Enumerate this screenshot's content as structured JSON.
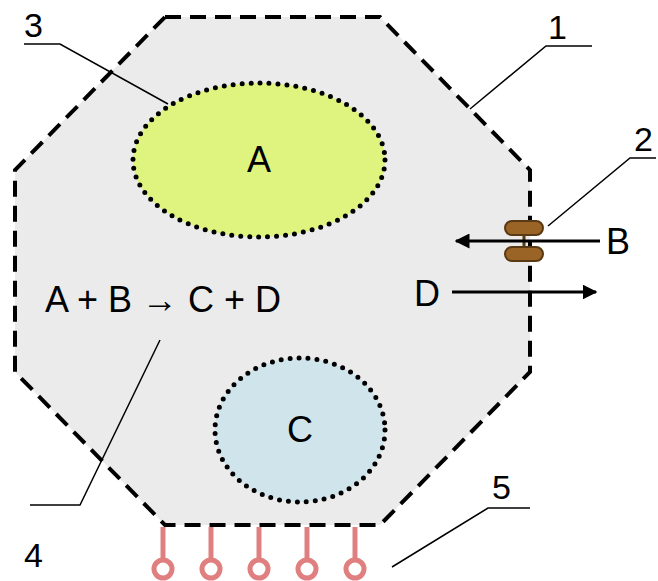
{
  "diagram": {
    "nodes": [
      {
        "text": [
          "A + B → C + D"
        ]
      },
      {
        "text": [
          "A"
        ],
        "in": 0
      },
      {
        "text": [
          "C"
        ],
        "in": 0
      }
    ],
    "labels": [
      "3",
      "1",
      "2",
      "B",
      "D",
      "4",
      "5"
    ]
  }
}
